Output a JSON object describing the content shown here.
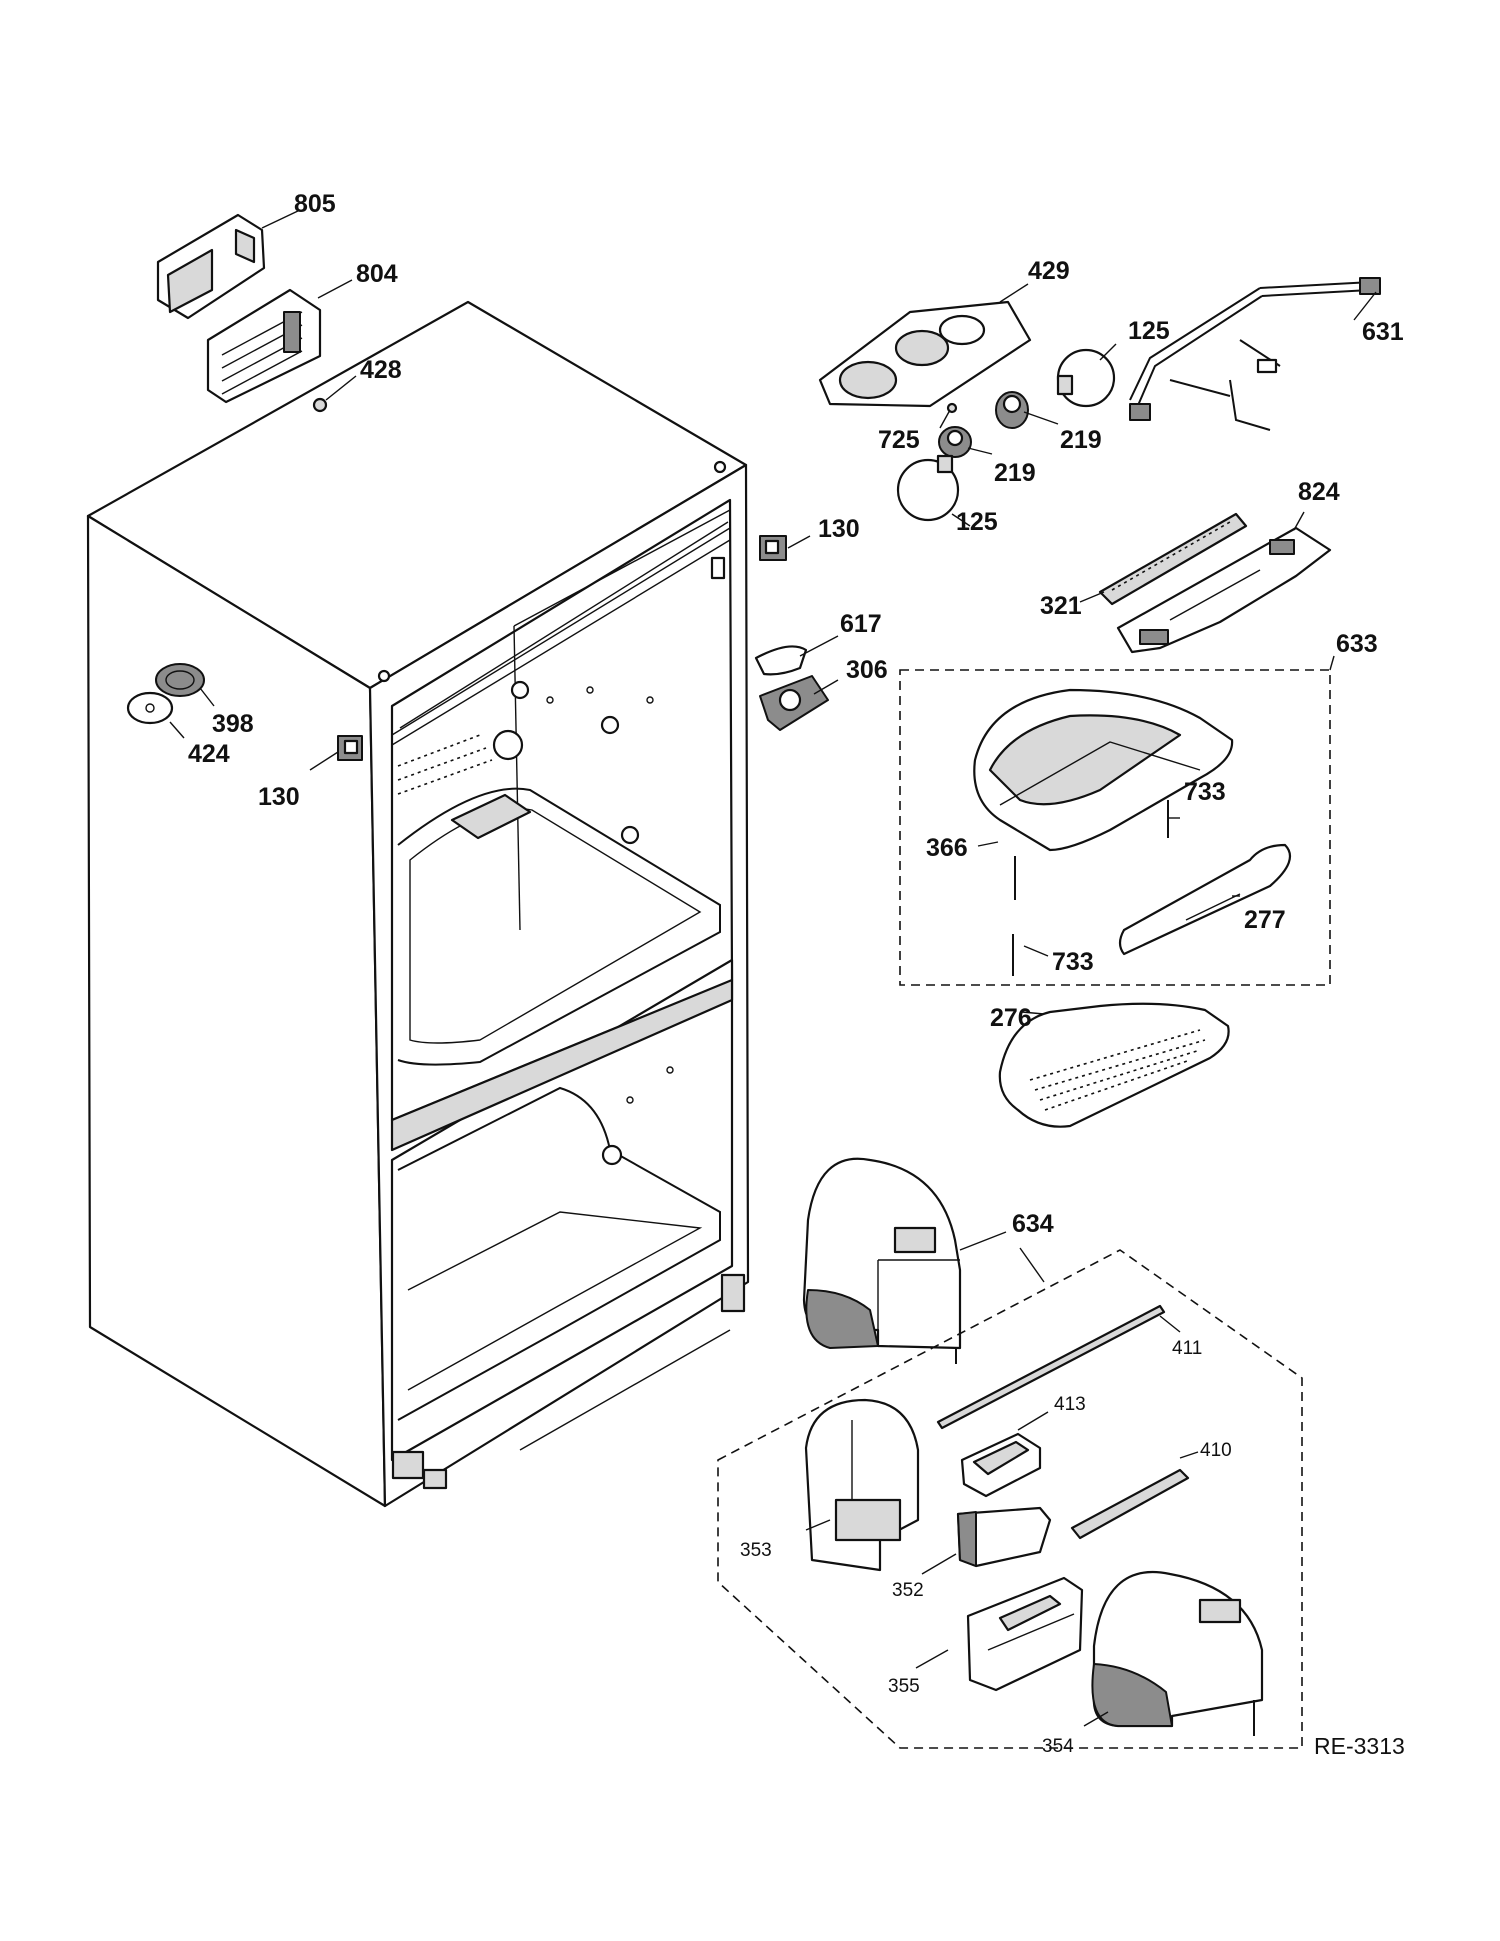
{
  "drawing_ref": "RE-3313",
  "callouts": {
    "c805": "805",
    "c804": "804",
    "c428": "428",
    "c429": "429",
    "c125a": "125",
    "c631": "631",
    "c725": "725",
    "c219a": "219",
    "c219b": "219",
    "c125b": "125",
    "c130a": "130",
    "c824": "824",
    "c321": "321",
    "c617": "617",
    "c306": "306",
    "c633": "633",
    "c398": "398",
    "c424": "424",
    "c130b": "130",
    "c733a": "733",
    "c366": "366",
    "c277": "277",
    "c733b": "733",
    "c276": "276",
    "c634": "634",
    "c411": "411",
    "c413": "413",
    "c410": "410",
    "c353": "353",
    "c352": "352",
    "c355": "355",
    "c354": "354"
  }
}
